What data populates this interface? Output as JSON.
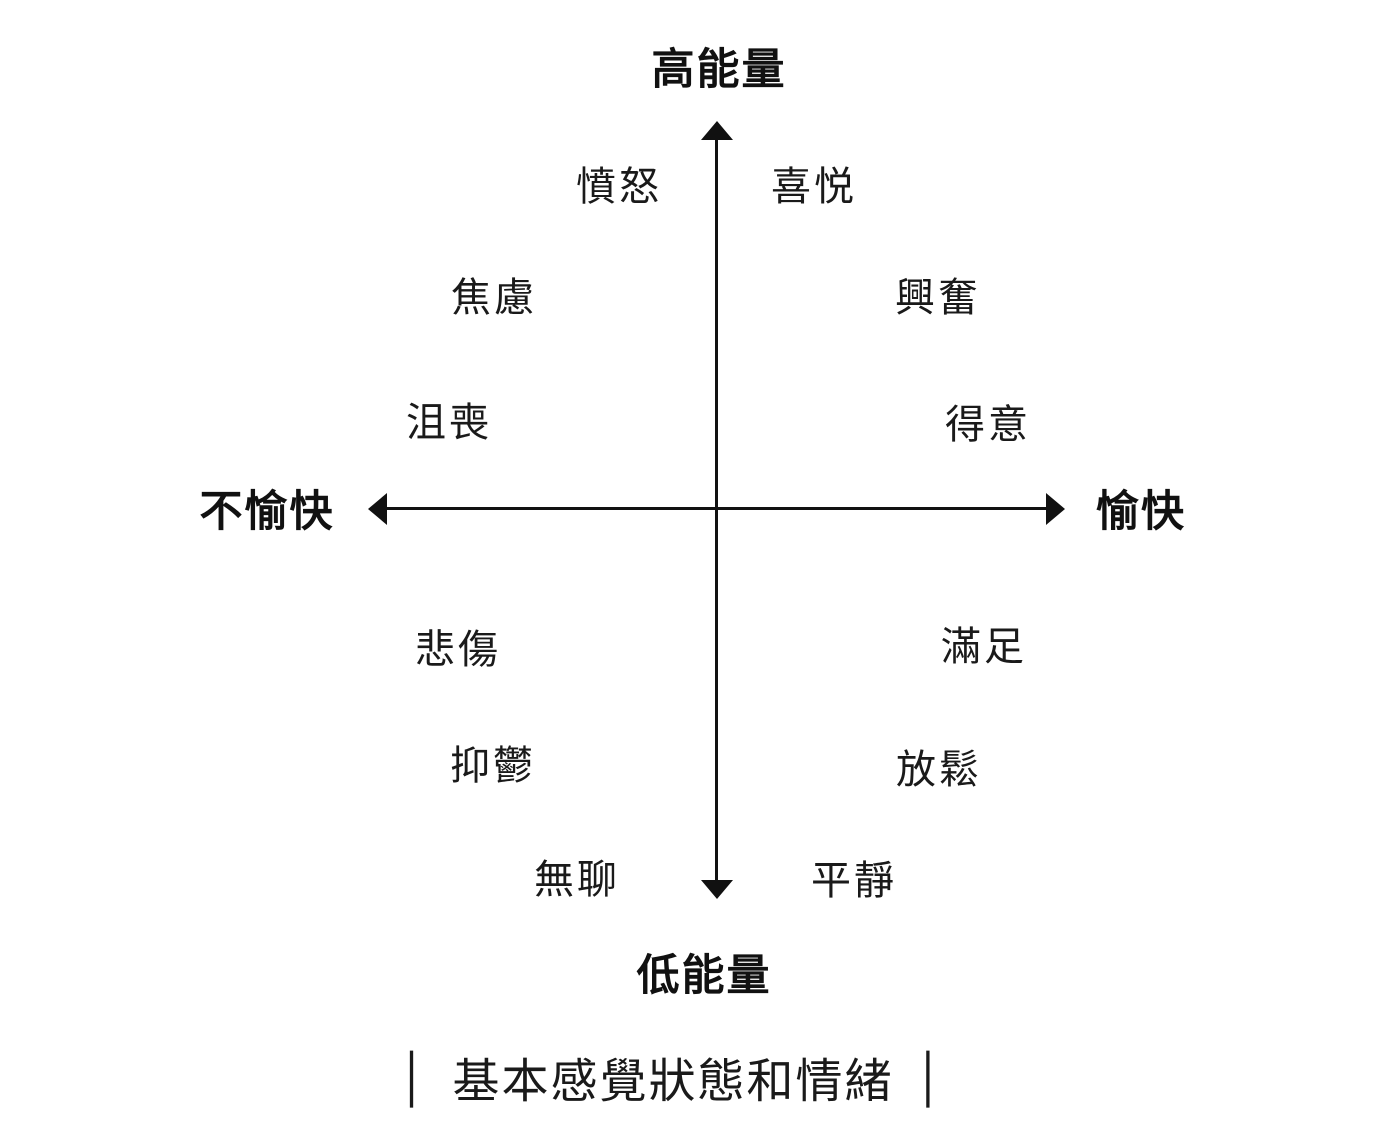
{
  "figure": {
    "caption": "基本感覺狀態和情緒",
    "caption_bar": "│",
    "line_color": "#111111",
    "background_color": "#ffffff"
  },
  "axes": {
    "top_label": "高能量",
    "bottom_label": "低能量",
    "left_label": "不愉快",
    "right_label": "愉快"
  },
  "emotions": {
    "top_left": {
      "a": "憤怒",
      "b": "焦慮",
      "c": "沮喪"
    },
    "top_right": {
      "a": "喜悦",
      "b": "興奮",
      "c": "得意"
    },
    "bottom_left": {
      "a": "悲傷",
      "b": "抑鬱",
      "c": "無聊"
    },
    "bottom_right": {
      "a": "滿足",
      "b": "放鬆",
      "c": "平靜"
    }
  }
}
